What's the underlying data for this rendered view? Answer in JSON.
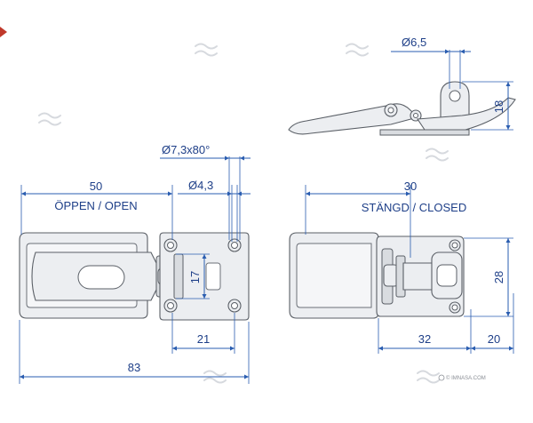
{
  "dimensions": {
    "hole_diameter_top": "Ø6,5",
    "height_top": "18",
    "countersink": "Ø7,3x80°",
    "hole_diameter": "Ø4,3",
    "open_length": "50",
    "open_label": "ÖPPEN / OPEN",
    "closed_length": "30",
    "closed_label": "STÄNGD / CLOSED",
    "height_17": "17",
    "width_21": "21",
    "overall_83": "83",
    "height_28": "28",
    "width_32": "32",
    "width_20": "20"
  },
  "branding": {
    "url": "© IMNASA.COM"
  },
  "colors": {
    "dimension": "#2a5db0",
    "dimension_text": "#1e3f88",
    "part_outline": "#5a5f66",
    "part_fill": "#eceef1",
    "accent": "#c0392b"
  }
}
